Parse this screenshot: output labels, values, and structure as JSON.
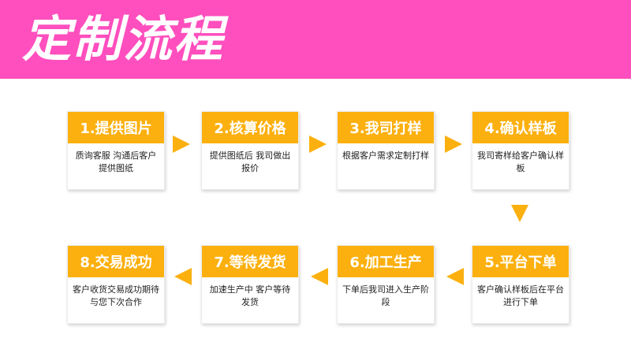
{
  "banner": {
    "title": "定制流程"
  },
  "colors": {
    "banner": "#ff4fbe",
    "accent": "#fcb00f",
    "text": "#222222"
  },
  "steps": [
    {
      "title": "1.提供图片",
      "desc": "质询客服 沟通后客户提供图纸"
    },
    {
      "title": "2.核算价格",
      "desc": "提供图纸后 我司做出报价"
    },
    {
      "title": "3.我司打样",
      "desc": "根据客户需求定制打样"
    },
    {
      "title": "4.确认样板",
      "desc": "我司寄样给客户确认样板"
    },
    {
      "title": "5.平台下单",
      "desc": "客户确认样板后在平台进行下单"
    },
    {
      "title": "6.加工生产",
      "desc": "下单后我司进入生产阶段"
    },
    {
      "title": "7.等待发货",
      "desc": "加速生产中 客户等待发货"
    },
    {
      "title": "8.交易成功",
      "desc": "客户收货交易成功期待与您下次合作"
    }
  ],
  "arrows": [
    "arrow-right-icon",
    "arrow-right-icon",
    "arrow-right-icon",
    "arrow-down-icon",
    "arrow-left-icon",
    "arrow-left-icon",
    "arrow-left-icon"
  ]
}
